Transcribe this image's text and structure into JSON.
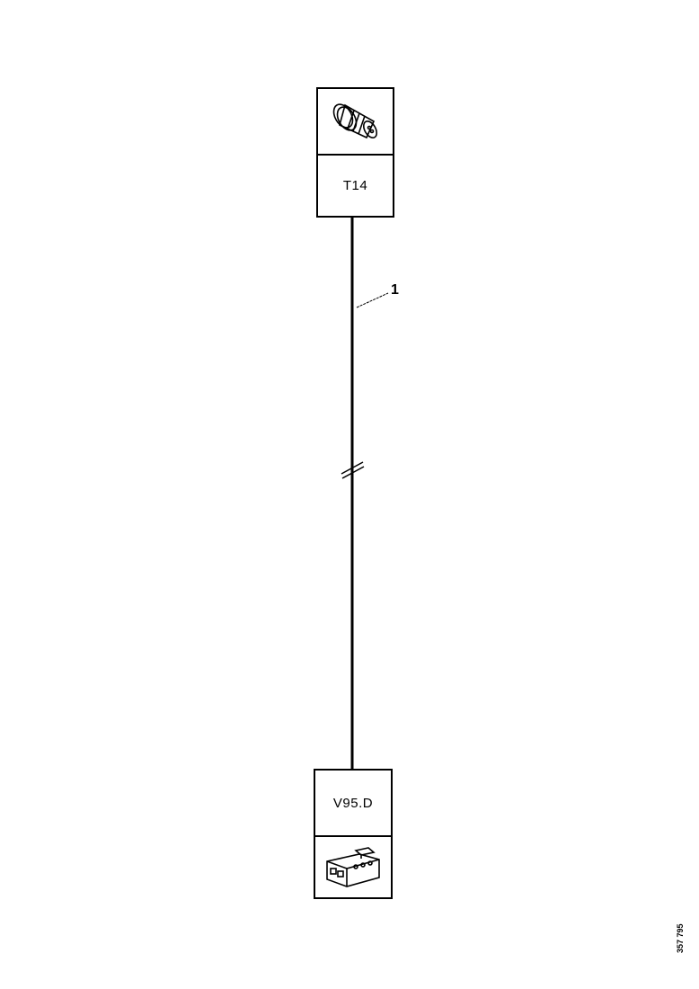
{
  "connectors": {
    "top": {
      "label": "T14",
      "icon": "round-connector-plug-icon"
    },
    "bottom": {
      "label": "V95.D",
      "icon": "rectangular-connector-housing-icon"
    }
  },
  "wire": {
    "callout": "1",
    "break_marker": "double-slash-break"
  },
  "document_number": "357 795",
  "colors": {
    "line": "#000000",
    "background": "#ffffff"
  }
}
